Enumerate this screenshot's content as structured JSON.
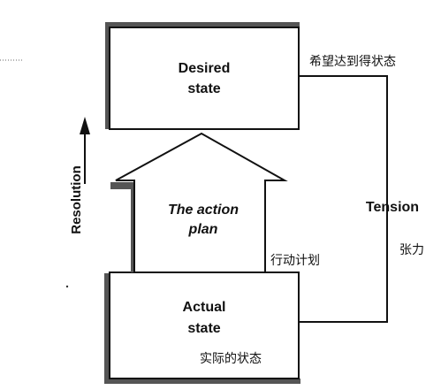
{
  "desired_state": {
    "line1": "Desired",
    "line2": "state",
    "annotation": "希望达到得状态"
  },
  "actual_state": {
    "line1": "Actual",
    "line2": "state",
    "annotation": "实际的状态"
  },
  "action_plan": {
    "line1": "The action",
    "line2": "plan",
    "annotation": "行动计划"
  },
  "tension": {
    "label": "Tension",
    "annotation": "张力"
  },
  "resolution": {
    "label": "Resolution"
  }
}
